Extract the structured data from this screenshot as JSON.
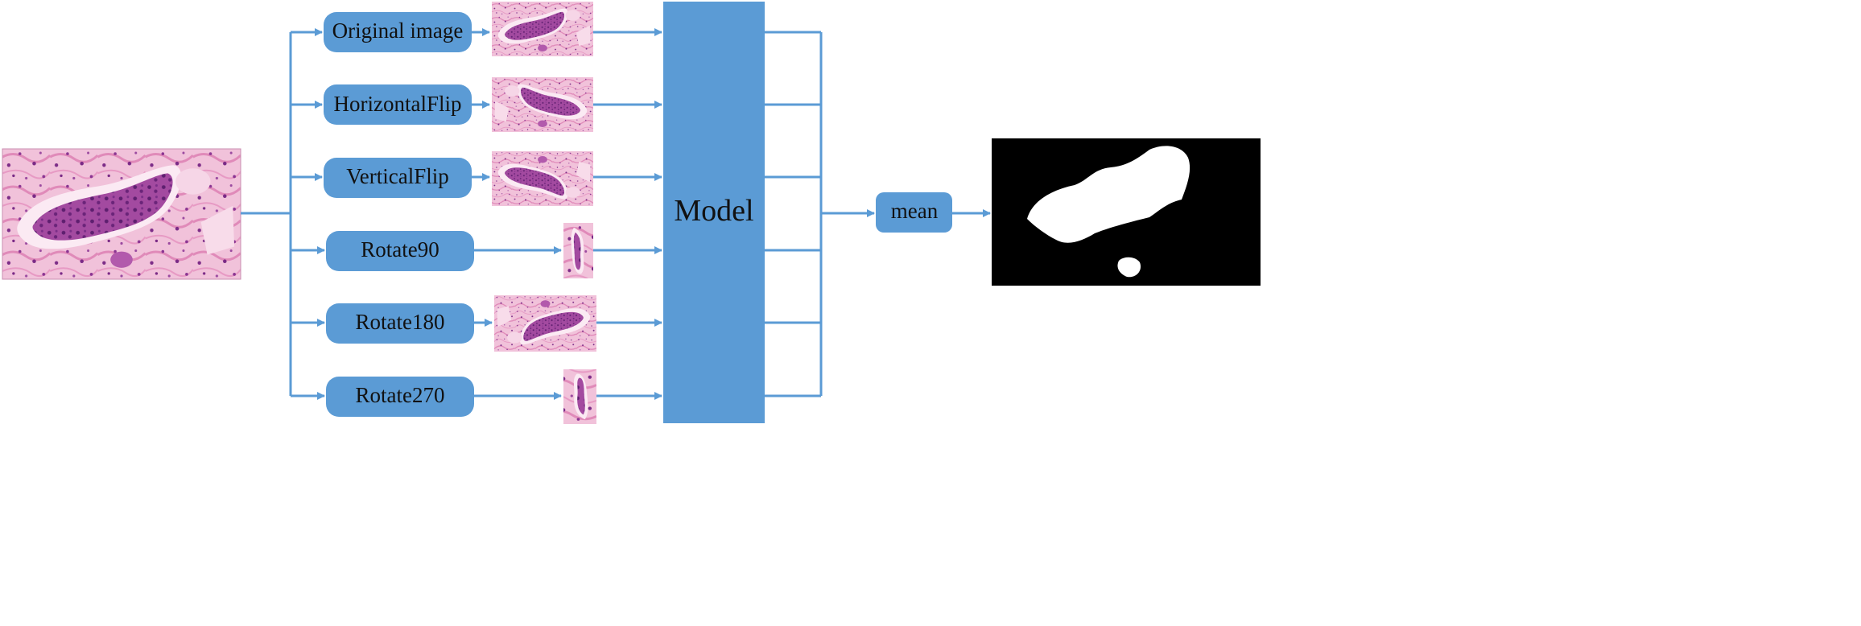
{
  "colors": {
    "box_fill": "#5B9BD5",
    "arrow": "#5B9BD5",
    "tissue_background": "#f3c4dc",
    "tissue_stroma": "#e48fbf",
    "tissue_nuclei": "#7a2a86",
    "tissue_cluster": "#9a3d97",
    "mask_background": "#000000",
    "mask_foreground": "#ffffff"
  },
  "augmentations": [
    {
      "label": "Original image"
    },
    {
      "label": "HorizontalFlip"
    },
    {
      "label": "VerticalFlip"
    },
    {
      "label": "Rotate90"
    },
    {
      "label": "Rotate180"
    },
    {
      "label": "Rotate270"
    }
  ],
  "model": {
    "label": "Model"
  },
  "aggregate": {
    "label": "mean"
  },
  "images": {
    "input": "H&E histology patch",
    "output": "binary segmentation mask"
  }
}
